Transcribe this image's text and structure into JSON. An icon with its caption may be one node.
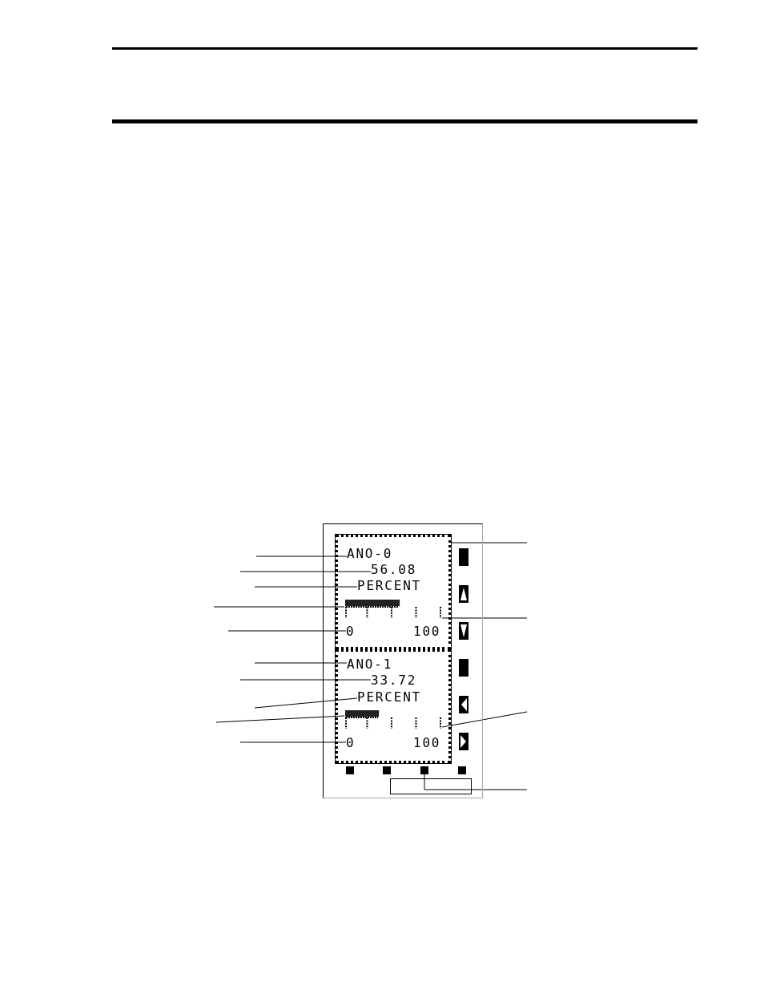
{
  "diagram": {
    "nodes": [
      {
        "text": [],
        "shape": "box"
      },
      {
        "text": [],
        "shape": "box",
        "in": 0
      },
      {
        "text": [
          "ANO-0"
        ],
        "in": 1
      },
      {
        "text": [
          "56.08"
        ],
        "in": 1
      },
      {
        "text": [
          "PERCENT"
        ],
        "in": 1
      },
      {
        "text": [],
        "shape": "bar",
        "in": 1
      },
      {
        "text": [
          "0"
        ],
        "in": 1
      },
      {
        "text": [],
        "shape": "box",
        "in": 0
      },
      {
        "text": [
          "ANO-1"
        ],
        "in": 7
      },
      {
        "text": [
          "33.72"
        ],
        "in": 7
      },
      {
        "text": [
          "PERCENT"
        ],
        "in": 7
      },
      {
        "text": [],
        "shape": "bar",
        "in": 7
      },
      {
        "text": [
          "0"
        ],
        "in": 7
      },
      {
        "text": [],
        "shape": "box"
      },
      {
        "text": [],
        "shape": "box"
      }
    ],
    "edges": [
      {
        "from": null,
        "to": 0,
        "arrow": "none"
      },
      {
        "from": null,
        "to": 2,
        "arrow": "none"
      },
      {
        "from": null,
        "to": 3,
        "arrow": "none"
      },
      {
        "from": null,
        "to": 4,
        "arrow": "none"
      },
      {
        "from": null,
        "to": 5,
        "arrow": "none"
      },
      {
        "from": null,
        "to": 5,
        "arrow": "none"
      },
      {
        "from": null,
        "to": 6,
        "arrow": "none"
      },
      {
        "from": null,
        "to": 8,
        "arrow": "none"
      },
      {
        "from": null,
        "to": 9,
        "arrow": "none"
      },
      {
        "from": null,
        "to": 10,
        "arrow": "none"
      },
      {
        "from": null,
        "to": 11,
        "arrow": "none"
      },
      {
        "from": null,
        "to": 11,
        "arrow": "none"
      },
      {
        "from": null,
        "to": 12,
        "arrow": "none"
      },
      {
        "from": null,
        "to": 13,
        "arrow": "none"
      }
    ],
    "labels": [
      "100",
      "100"
    ]
  }
}
